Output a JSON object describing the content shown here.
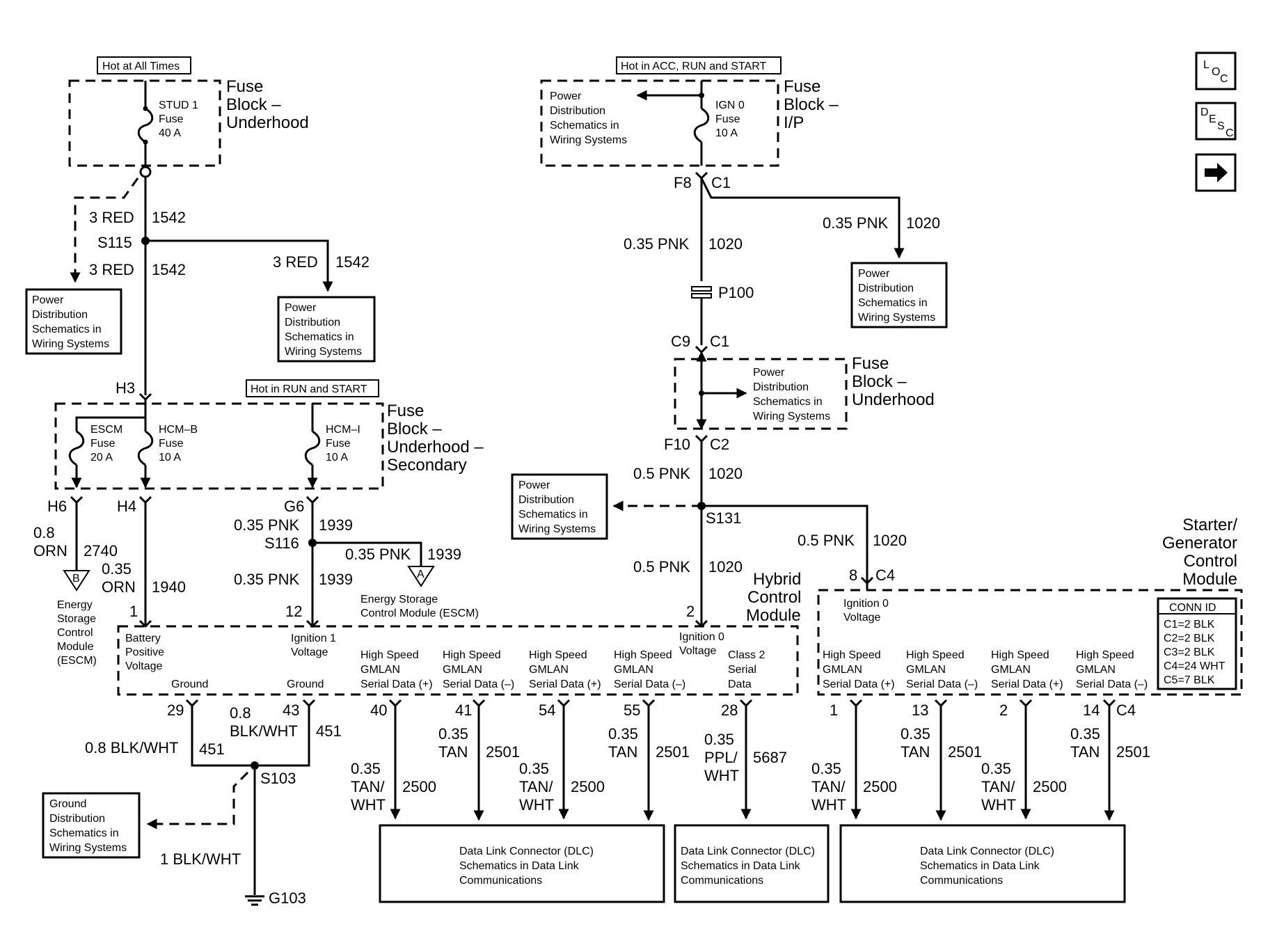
{
  "nav": {
    "loc_label": "LOC",
    "desc_label": "DESC",
    "next_icon": "arrow-right-icon"
  },
  "hot": {
    "all_times": "Hot at All Times",
    "acc_run_start": "Hot in ACC, RUN and START",
    "run_start": "Hot in RUN and START"
  },
  "fuse_block_underhood": {
    "l1": "Fuse",
    "l2": "Block –",
    "l3": "Underhood",
    "fuse_l1": "STUD 1",
    "fuse_l2": "Fuse",
    "fuse_l3": "40 A"
  },
  "fuse_block_ip": {
    "l1": "Fuse",
    "l2": "Block –",
    "l3": "I/P",
    "fuse_l1": "IGN 0",
    "fuse_l2": "Fuse",
    "fuse_l3": "10 A"
  },
  "fuse_block_secondary": {
    "l1": "Fuse",
    "l2": "Block –",
    "l3": "Underhood –",
    "l4": "Secondary",
    "escm_l1": "ESCM",
    "escm_l2": "Fuse",
    "escm_l3": "20 A",
    "hcmb_l1": "HCM–B",
    "hcmb_l2": "Fuse",
    "hcmb_l3": "10 A",
    "hcmi_l1": "HCM–I",
    "hcmi_l2": "Fuse",
    "hcmi_l3": "10 A"
  },
  "fuse_block_underhood2": {
    "l1": "Fuse",
    "l2": "Block –",
    "l3": "Underhood"
  },
  "pd": {
    "l1": "Power",
    "l2": "Distribution",
    "l3": "Schematics in",
    "l4": "Wiring Systems"
  },
  "gd": {
    "l1": "Ground",
    "l2": "Distribution",
    "l3": "Schematics in",
    "l4": "Wiring Systems"
  },
  "wires": {
    "w_3red": "3 RED",
    "c_1542": "1542",
    "w_035pnk": "0.35 PNK",
    "c_1020": "1020",
    "w_05pnk": "0.5 PNK",
    "w_08": "0.8",
    "w_orn": "ORN",
    "c_2740": "2740",
    "w_035": "0.35",
    "c_1940": "1940",
    "c_1939": "1939",
    "w_08blkwht": "0.8 BLK/WHT",
    "c_451": "451",
    "w_blkwht": "BLK/WHT",
    "w_1blkwht": "1 BLK/WHT",
    "w_tan": "TAN",
    "w_tanslash": "TAN/",
    "w_wht": "WHT",
    "c_2500": "2500",
    "c_2501": "2501",
    "w_ppl": "PPL/",
    "c_5687": "5687"
  },
  "connectors": {
    "s115": "S115",
    "s116": "S116",
    "s131": "S131",
    "s103": "S103",
    "g103": "G103",
    "f8": "F8",
    "c1": "C1",
    "p100": "P100",
    "c9": "C9",
    "f10": "F10",
    "c2": "C2",
    "h3": "H3",
    "h6": "H6",
    "h4": "H4",
    "g6": "G6",
    "c4": "C4",
    "p1": "1",
    "p12": "12",
    "p2": "2",
    "p8": "8",
    "p29": "29",
    "p43": "43",
    "p40": "40",
    "p41": "41",
    "p54": "54",
    "p55": "55",
    "p28": "28",
    "p13": "13",
    "p14": "14"
  },
  "esc_ref": {
    "b": "B",
    "a": "A",
    "l1": "Energy",
    "l2": "Storage",
    "l3": "Control",
    "l4": "Module",
    "l5": "(ESCM)",
    "a_l1": "Energy Storage",
    "a_l2": "Control Module (ESCM)"
  },
  "hcm": {
    "l1": "Hybrid",
    "l2": "Control",
    "l3": "Module",
    "bat_l1": "Battery",
    "bat_l2": "Positive",
    "bat_l3": "Voltage",
    "ign1_l1": "Ignition 1",
    "ign1_l2": "Voltage",
    "ign0_l1": "Ignition 0",
    "ign0_l2": "Voltage",
    "ground": "Ground",
    "hs_l1": "High Speed",
    "hs_l2": "GMLAN",
    "hs_pos": "Serial Data (+)",
    "hs_neg": "Serial Data (–)",
    "cl2_l1": "Class 2",
    "cl2_l2": "Serial",
    "cl2_l3": "Data"
  },
  "sgcm": {
    "l1": "Starter/",
    "l2": "Generator",
    "l3": "Control",
    "l4": "Module",
    "ign0_l1": "Ignition 0",
    "ign0_l2": "Voltage",
    "conn_title": "CONN ID",
    "c1": "C1=2 BLK",
    "c2": "C2=2 BLK",
    "c3": "C3=2 BLK",
    "c4": "C4=24 WHT",
    "c5": "C5=7 BLK"
  },
  "dlc": {
    "l1": "Data Link Connector (DLC)",
    "l2": "Schematics in Data Link",
    "l3": "Communications"
  }
}
